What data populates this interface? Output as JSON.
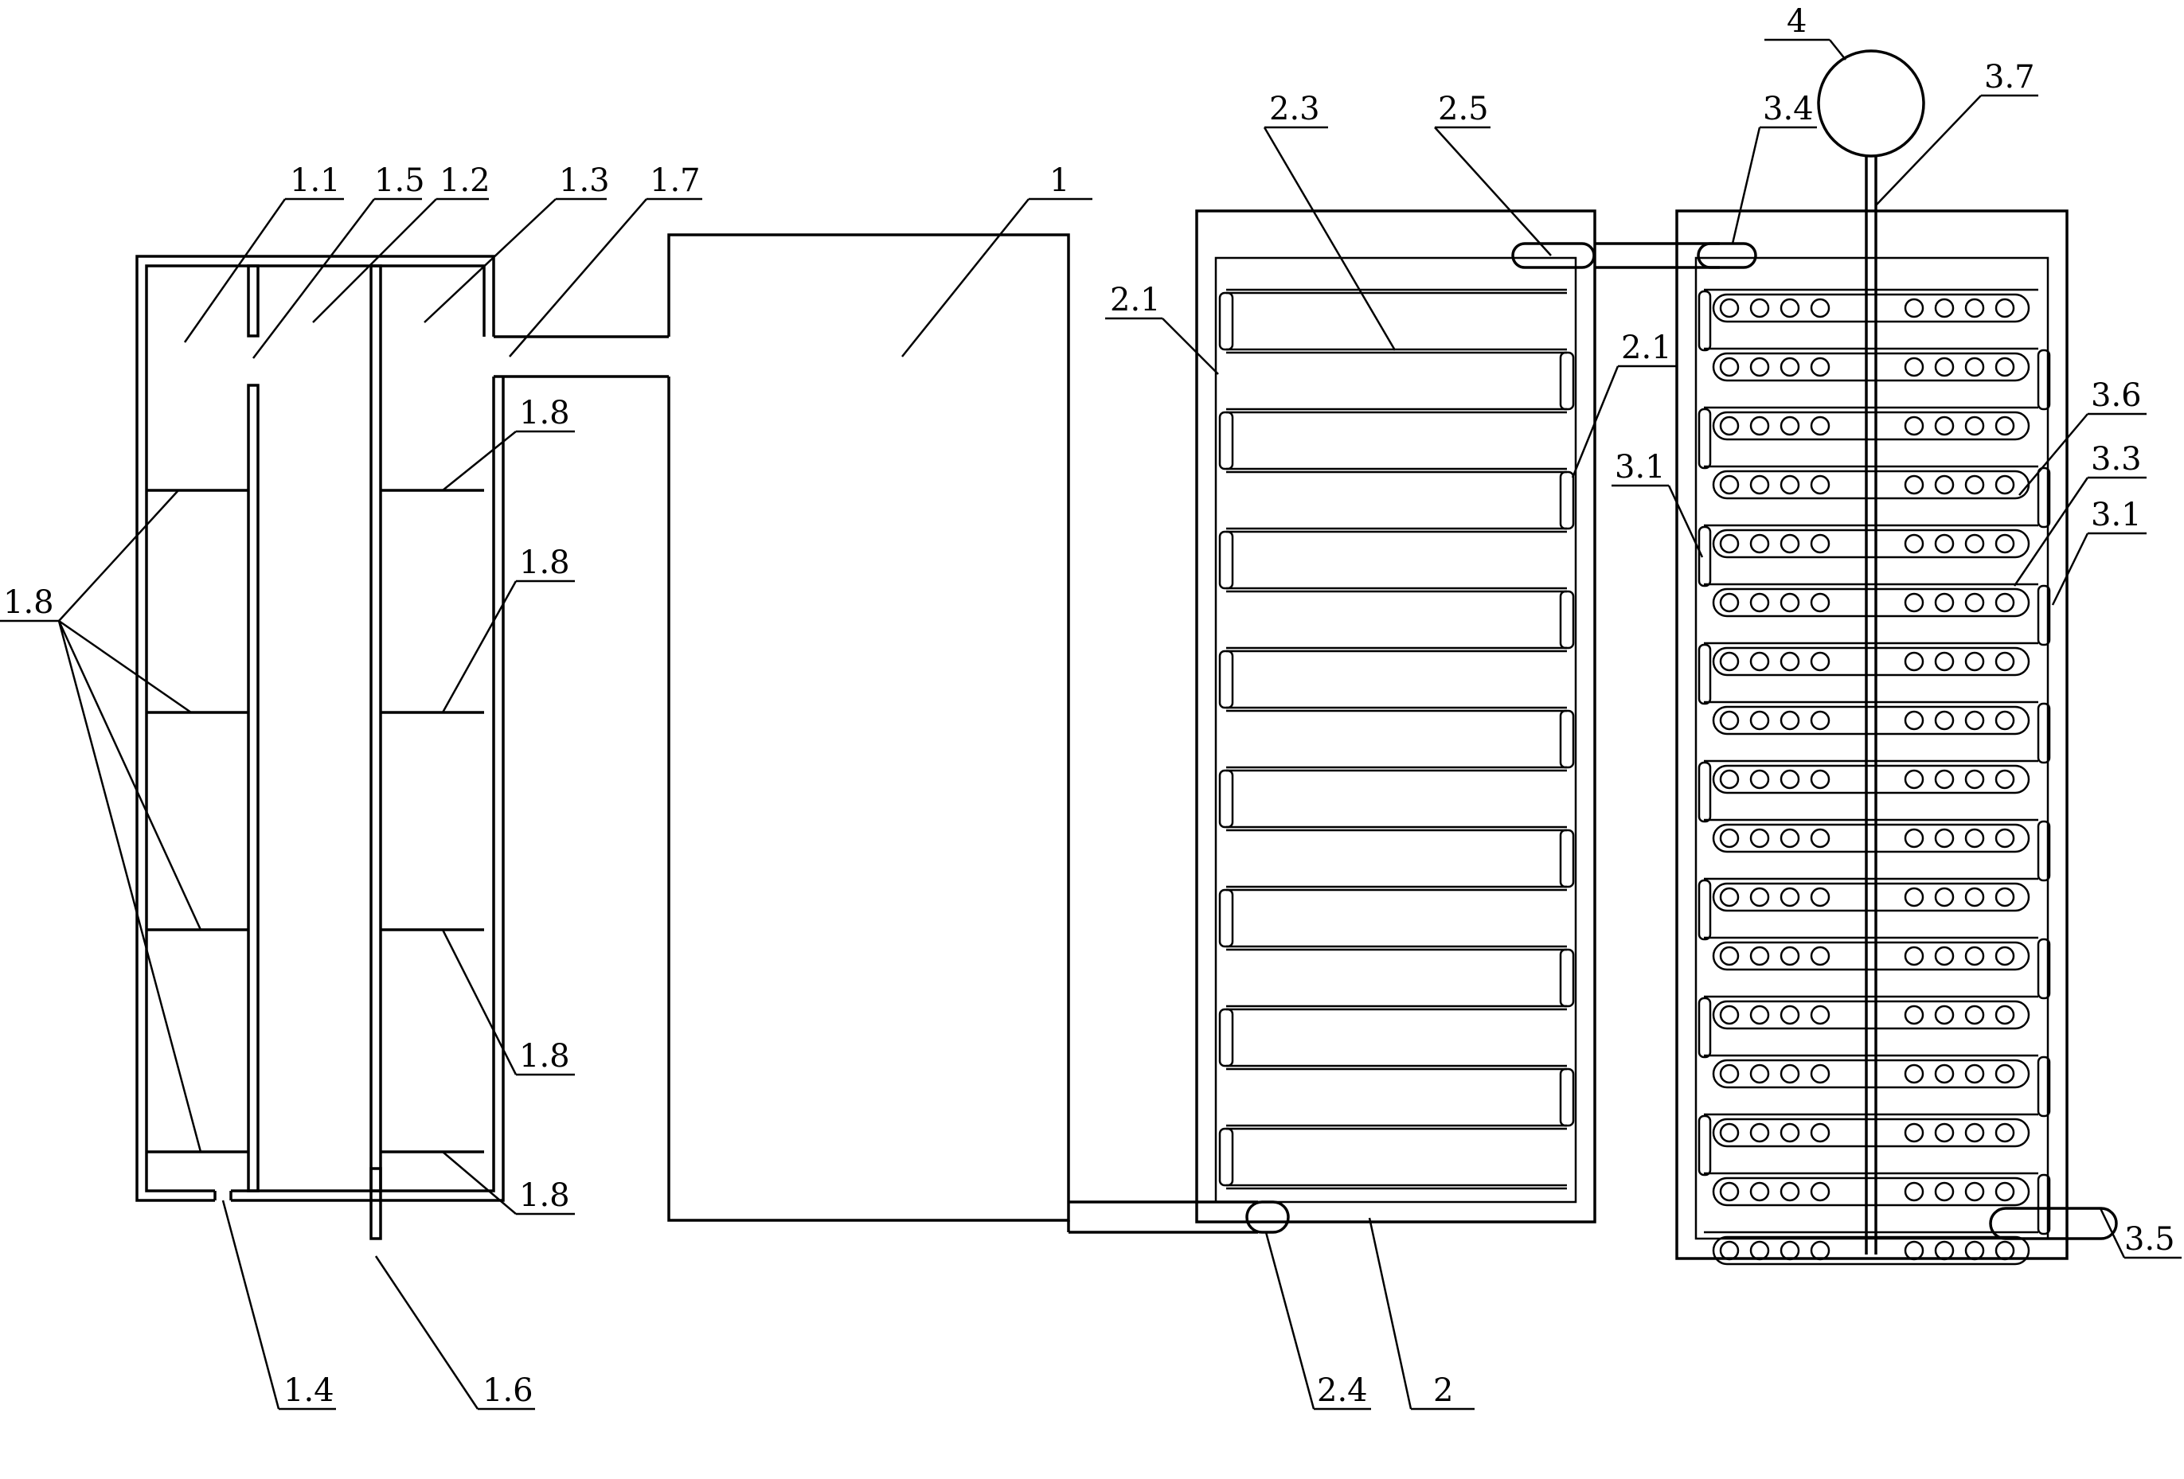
{
  "labels": {
    "l_1_1": "1.1",
    "l_1_5": "1.5",
    "l_1_2": "1.2",
    "l_1_3": "1.3",
    "l_1_7": "1.7",
    "l_1": "1",
    "l_1_8_left": "1.8",
    "l_1_8_a": "1.8",
    "l_1_8_b": "1.8",
    "l_1_8_c": "1.8",
    "l_1_8_d": "1.8",
    "l_1_4": "1.4",
    "l_1_6": "1.6",
    "l_2_3": "2.3",
    "l_2_5": "2.5",
    "l_2_1_left": "2.1",
    "l_2_1_right": "2.1",
    "l_2_4": "2.4",
    "l_2": "2",
    "l_3_4": "3.4",
    "l_4": "4",
    "l_3_7": "3.7",
    "l_3_6": "3.6",
    "l_3_3": "3.3",
    "l_3_1_left": "3.1",
    "l_3_1_right": "3.1",
    "l_3_5": "3.5"
  },
  "colors": {
    "line": "#000000",
    "background": "#ffffff"
  }
}
